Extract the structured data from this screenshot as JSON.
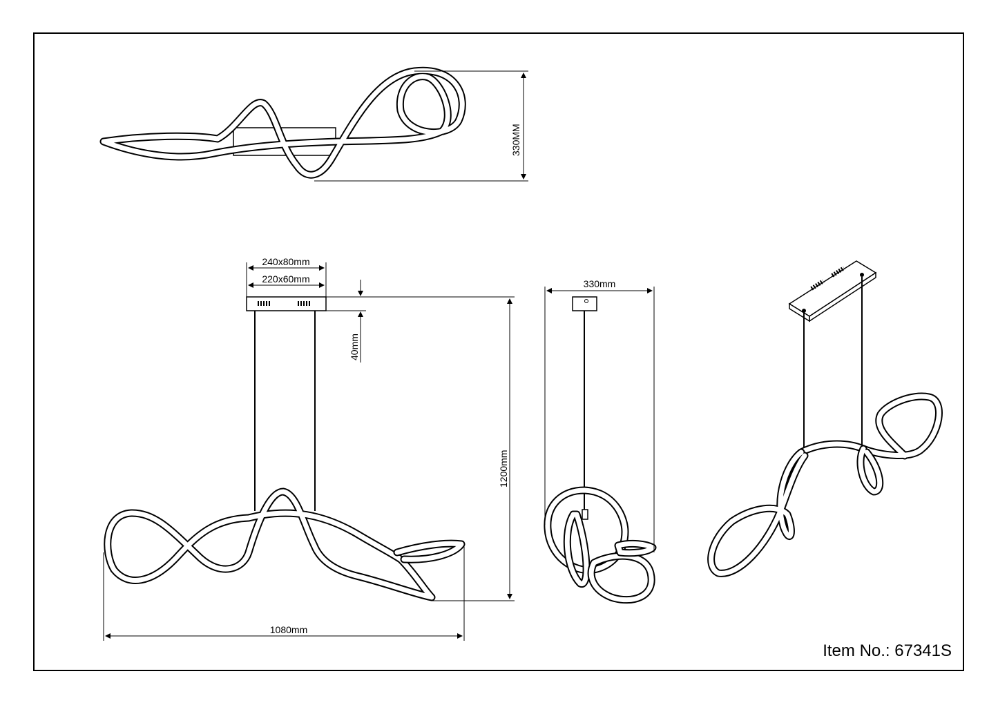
{
  "sheet": {
    "item_label": "Item No.: 67341S"
  },
  "top_view": {
    "height_label": "330MM"
  },
  "front_view": {
    "canopy_outer_label": "240x80mm",
    "canopy_inner_label": "220x60mm",
    "canopy_height_label": "40mm",
    "total_height_label": "1200mm",
    "width_label": "1080mm"
  },
  "side_view": {
    "depth_label": "330mm"
  }
}
